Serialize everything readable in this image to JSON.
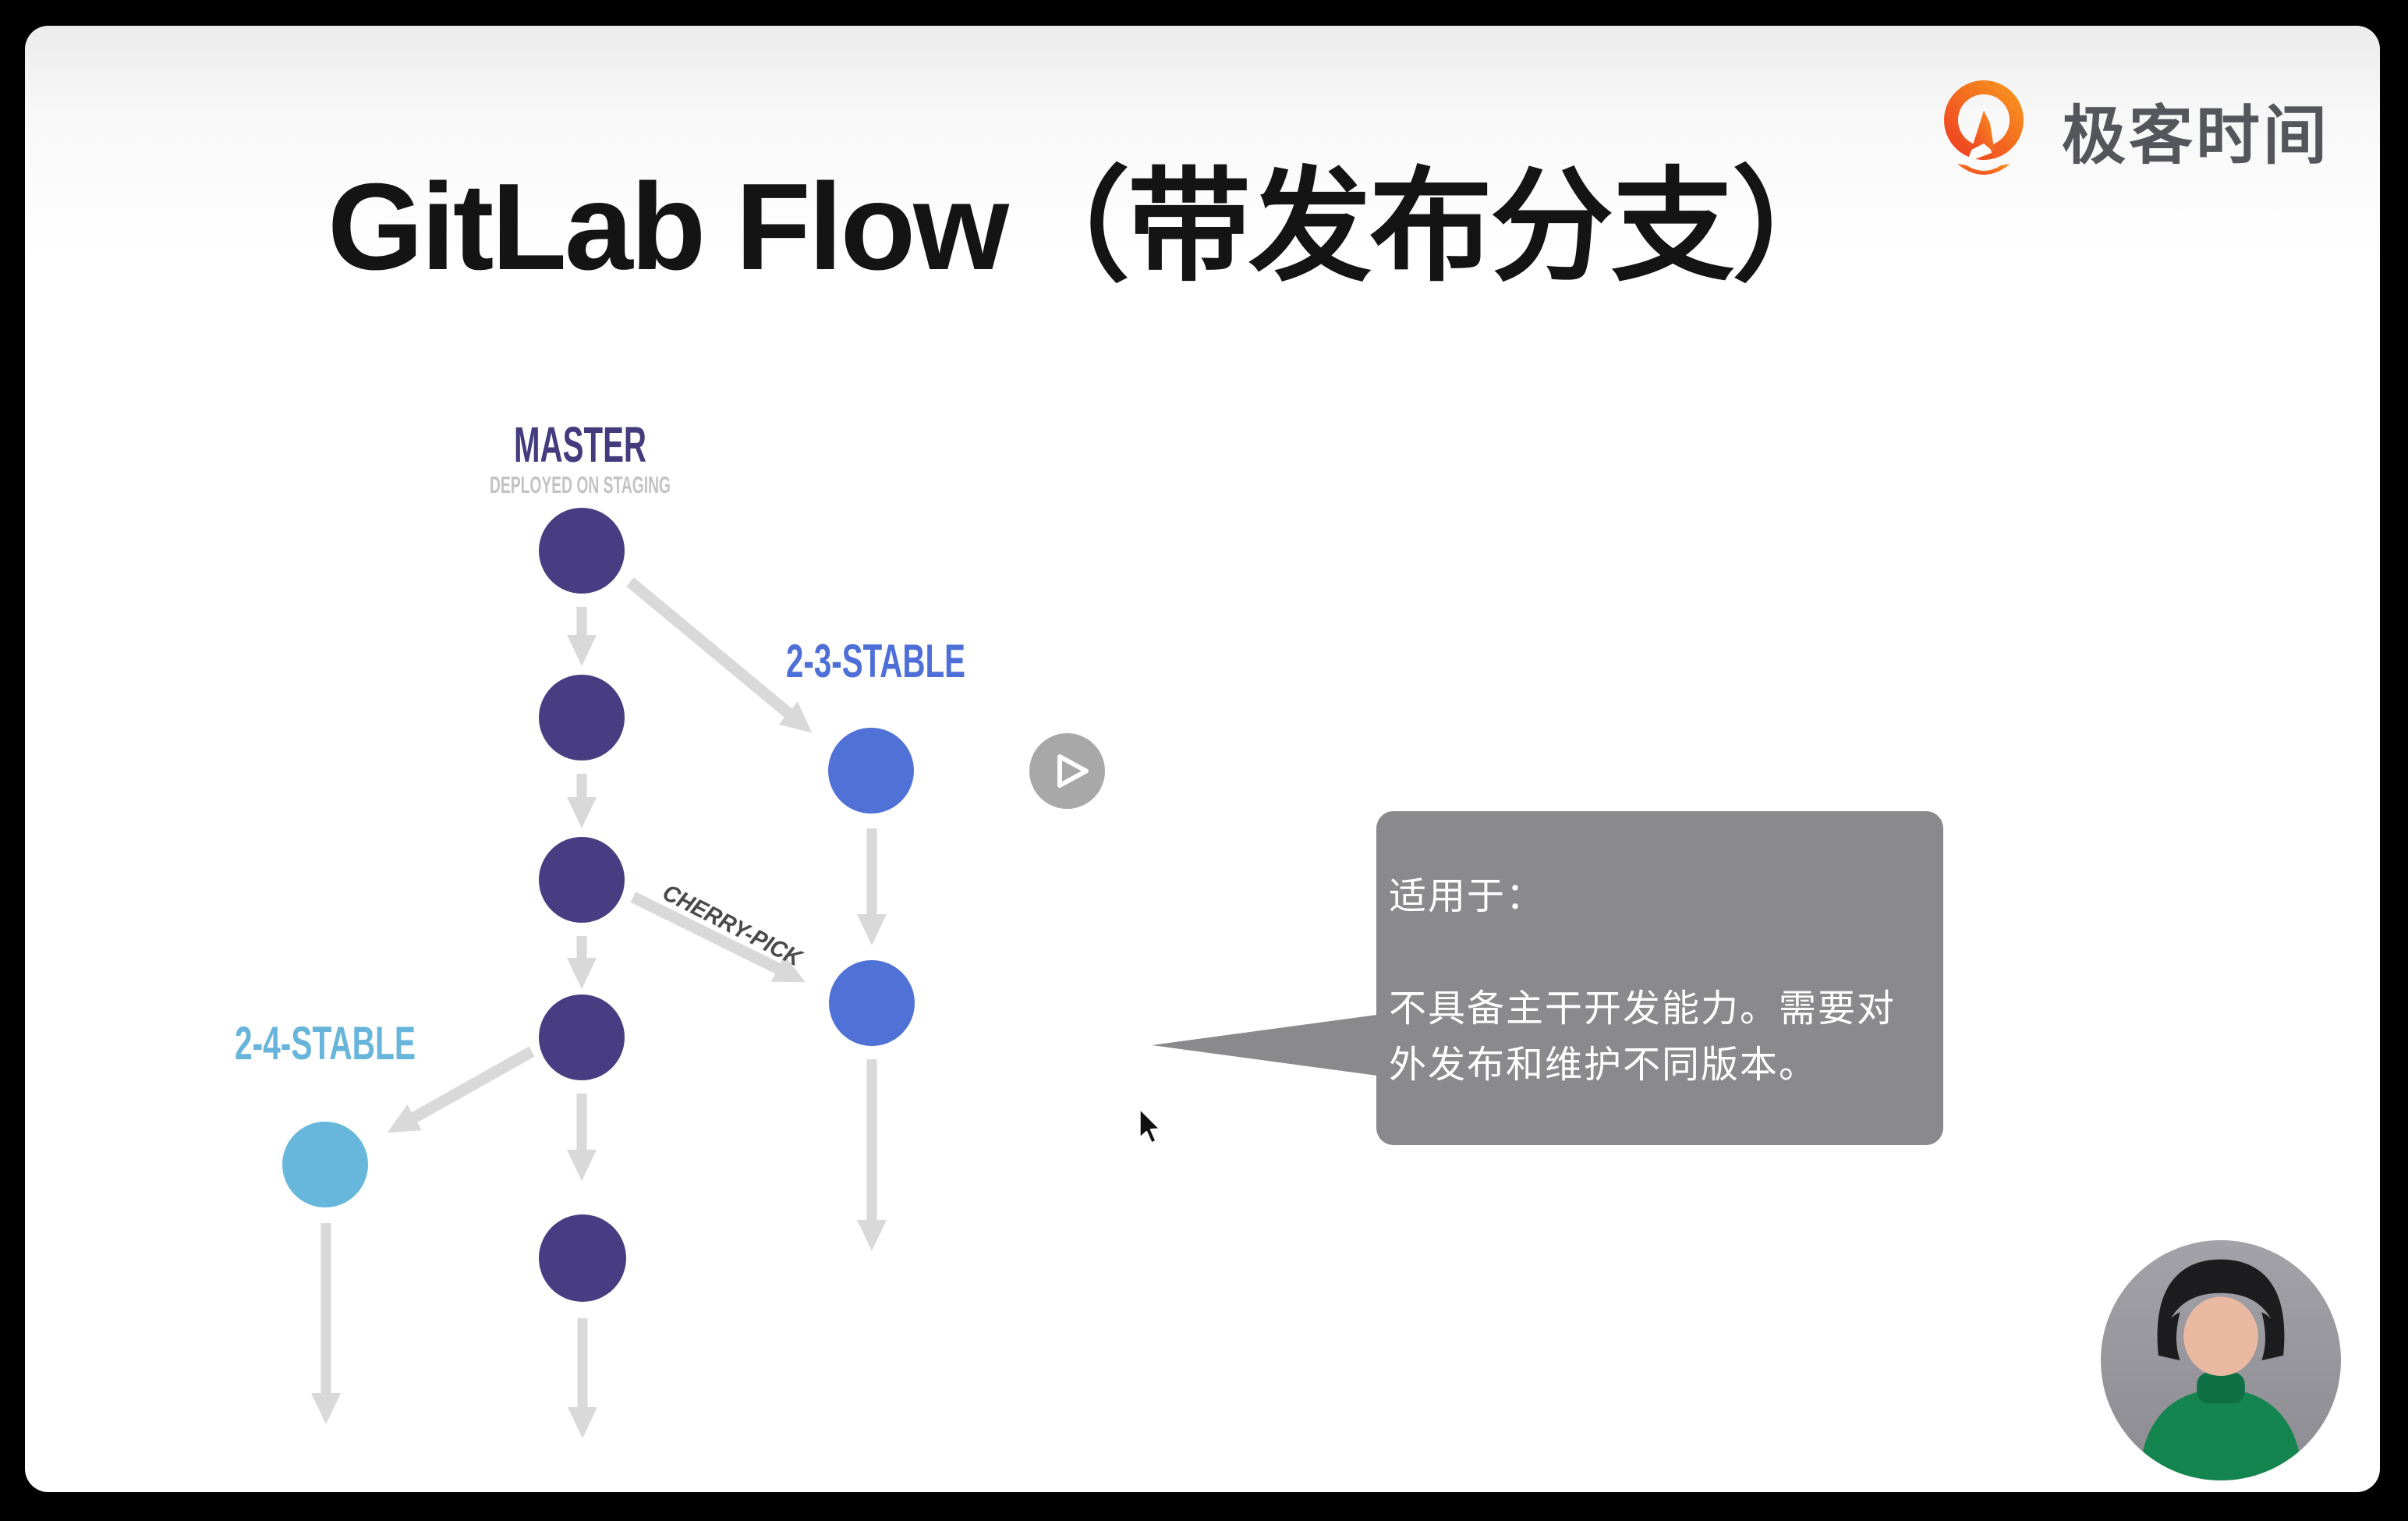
{
  "slide": {
    "title": "GitLab Flow（带发布分支）",
    "logo": {
      "text": "极客时间",
      "orange": "#f25b22",
      "text_color": "#54565c"
    }
  },
  "diagram": {
    "master_label": "MASTER",
    "master_sublabel": "DEPLOYED ON STAGING",
    "branch_23_label": "2-3-STABLE",
    "branch_24_label": "2-4-STABLE",
    "cherry_pick_label": "CHERRY-PICK",
    "commit_counts": {
      "master": 5,
      "stable_2_3": 2,
      "stable_2_4": 1
    },
    "colors": {
      "master_commit": "#483c82",
      "master_label": "#443b7e",
      "master_sublabel": "#c3c3c3",
      "stable_2_3_commit": "#5071d5",
      "stable_2_3_label": "#4e6fd7",
      "stable_2_4_commit": "#67b7dc",
      "stable_2_4_label": "#67b5da",
      "cherry_pick_label": "#4a4a4a",
      "arrow": "#d9d9d9"
    }
  },
  "callout": {
    "bg": "#8a8a8c",
    "text_color": "#ffffff",
    "lines": [
      "适用于：",
      "",
      "不具备主干开发能力。需要对",
      "外发布和维护不同版本。"
    ]
  },
  "player": {
    "state": "paused"
  }
}
